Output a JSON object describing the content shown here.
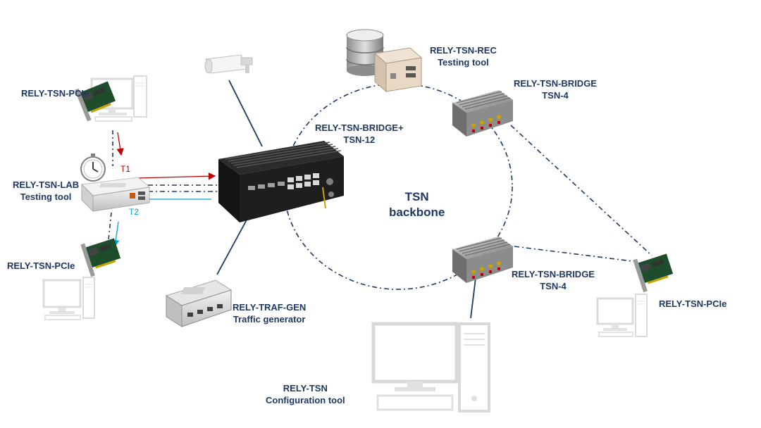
{
  "nodes": {
    "pcie_top": "RELY-TSN-PCIe",
    "lab": [
      "RELY-TSN-LAB",
      "Testing tool"
    ],
    "pcie_left_bottom": "RELY-TSN-PCIe",
    "rec": [
      "RELY-TSN-REC",
      "Testing tool"
    ],
    "bridge_plus": [
      "RELY-TSN-BRIDGE+",
      "TSN-12"
    ],
    "bridge_top": [
      "RELY-TSN-BRIDGE",
      "TSN-4"
    ],
    "bridge_bottom": [
      "RELY-TSN-BRIDGE",
      "TSN-4"
    ],
    "traf_gen": [
      "RELY-TRAF-GEN",
      "Traffic generator"
    ],
    "config": [
      "RELY-TSN",
      "Configuration tool"
    ],
    "pcie_right": "RELY-TSN-PCIe"
  },
  "backbone": [
    "TSN",
    "backbone"
  ],
  "timestamps": {
    "t1": "T1",
    "t2": "T2"
  },
  "colors": {
    "label": "#1f3864",
    "t1_arrow": "#c00000",
    "t2_arrow": "#00a0d0",
    "link": "#1f3864"
  },
  "icons": [
    "camera-icon",
    "database-icon",
    "clock-icon",
    "desktop-computer-icon",
    "pcie-card-icon",
    "switch-device-icon"
  ]
}
